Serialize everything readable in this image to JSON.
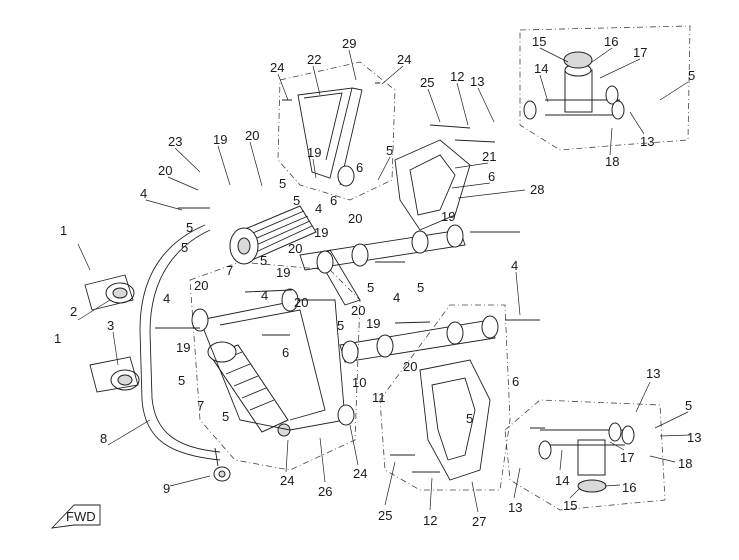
{
  "diagram": {
    "fwd_label": "FWD",
    "callouts": [
      {
        "label": "29"
      },
      {
        "label": "22"
      },
      {
        "label": "24"
      },
      {
        "label": "24"
      },
      {
        "label": "25"
      },
      {
        "label": "12"
      },
      {
        "label": "13"
      },
      {
        "label": "15"
      },
      {
        "label": "16"
      },
      {
        "label": "17"
      },
      {
        "label": "14"
      },
      {
        "label": "5"
      },
      {
        "label": "13"
      },
      {
        "label": "18"
      },
      {
        "label": "23"
      },
      {
        "label": "19"
      },
      {
        "label": "20"
      },
      {
        "label": "20"
      },
      {
        "label": "19"
      },
      {
        "label": "5"
      },
      {
        "label": "6"
      },
      {
        "label": "5"
      },
      {
        "label": "21"
      },
      {
        "label": "6"
      },
      {
        "label": "28"
      },
      {
        "label": "4"
      },
      {
        "label": "5"
      },
      {
        "label": "4"
      },
      {
        "label": "6"
      },
      {
        "label": "5"
      },
      {
        "label": "20"
      },
      {
        "label": "19"
      },
      {
        "label": "19"
      },
      {
        "label": "20"
      },
      {
        "label": "7"
      },
      {
        "label": "1"
      },
      {
        "label": "5"
      },
      {
        "label": "2"
      },
      {
        "label": "4"
      },
      {
        "label": "3"
      },
      {
        "label": "20"
      },
      {
        "label": "4"
      },
      {
        "label": "19"
      },
      {
        "label": "20"
      },
      {
        "label": "5"
      },
      {
        "label": "4"
      },
      {
        "label": "5"
      },
      {
        "label": "19"
      },
      {
        "label": "20"
      },
      {
        "label": "6"
      },
      {
        "label": "5"
      },
      {
        "label": "19"
      },
      {
        "label": "20"
      },
      {
        "label": "1"
      },
      {
        "label": "5"
      },
      {
        "label": "10"
      },
      {
        "label": "7"
      },
      {
        "label": "11"
      },
      {
        "label": "6"
      },
      {
        "label": "13"
      },
      {
        "label": "5"
      },
      {
        "label": "5"
      },
      {
        "label": "13"
      },
      {
        "label": "8"
      },
      {
        "label": "9"
      },
      {
        "label": "24"
      },
      {
        "label": "26"
      },
      {
        "label": "24"
      },
      {
        "label": "25"
      },
      {
        "label": "12"
      },
      {
        "label": "27"
      },
      {
        "label": "13"
      },
      {
        "label": "14"
      },
      {
        "label": "17"
      },
      {
        "label": "18"
      },
      {
        "label": "15"
      },
      {
        "label": "16"
      },
      {
        "label": "5"
      },
      {
        "label": "4"
      },
      {
        "label": "5"
      }
    ]
  }
}
